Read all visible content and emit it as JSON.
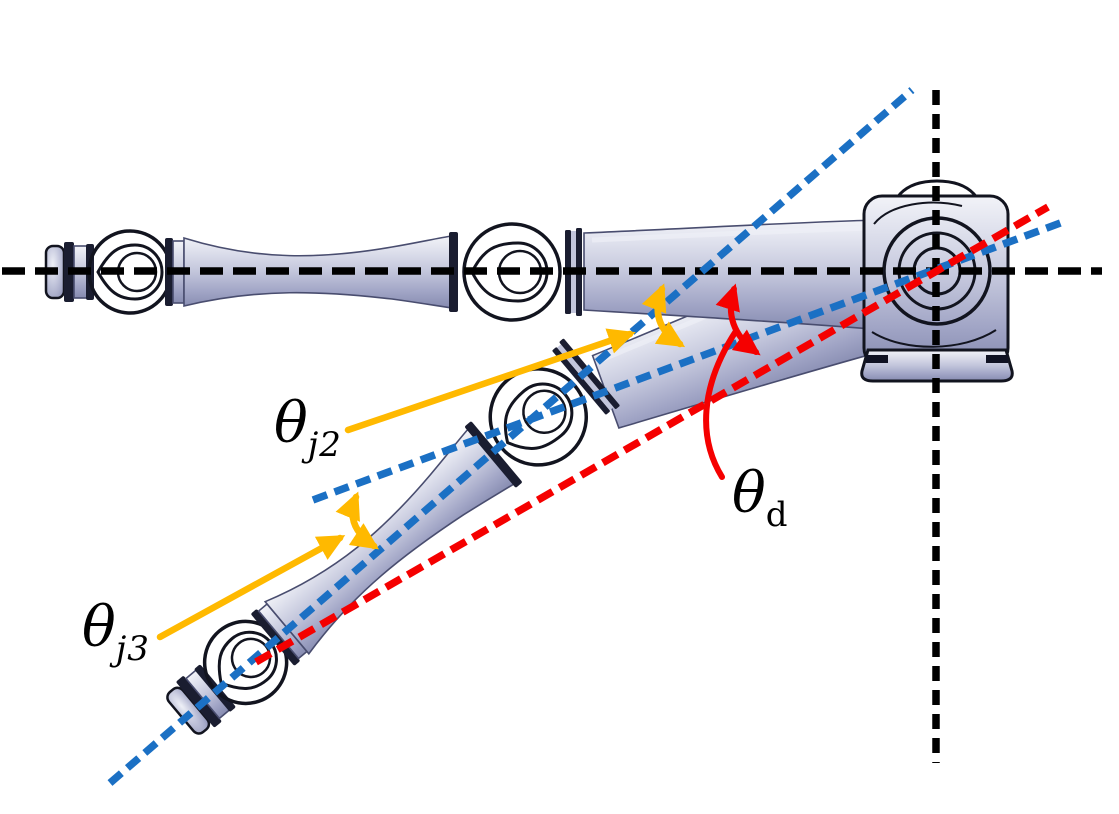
{
  "figure": {
    "description_labels": {
      "theta_j2": {
        "base": "θ",
        "sub": "j2"
      },
      "theta_j3": {
        "base": "θ",
        "sub": "j3"
      },
      "theta_d": {
        "base": "θ",
        "sub": "d"
      }
    }
  },
  "colors": {
    "background": "#ffffff",
    "reference_black": "#000000",
    "axis_blue": "#1b70c4",
    "desired_red": "#f50000",
    "angle_yellow": "#ffb900",
    "arm_outline": "#12141f"
  }
}
